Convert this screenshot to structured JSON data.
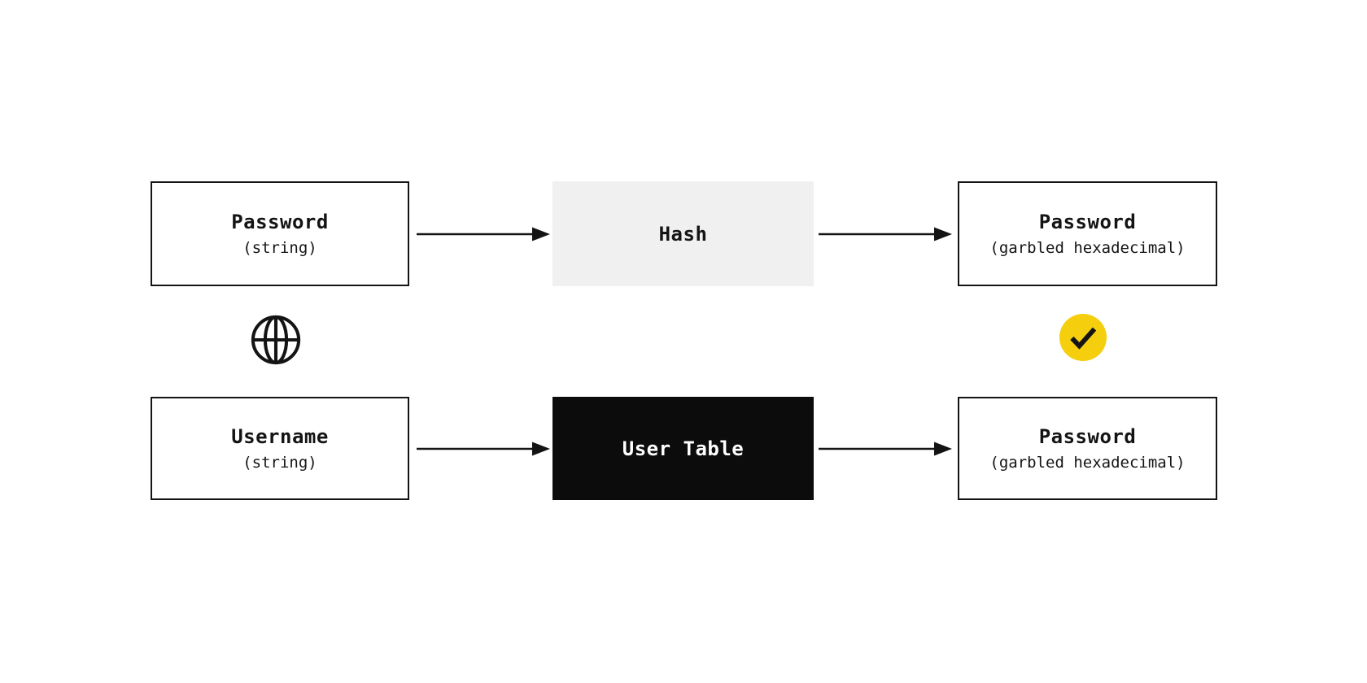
{
  "boxes": {
    "password_input": {
      "title": "Password",
      "subtitle": "(string)"
    },
    "hash_process": {
      "title": "Hash"
    },
    "hashed_password": {
      "title": "Password",
      "subtitle": "(garbled hexadecimal)"
    },
    "username_input": {
      "title": "Username",
      "subtitle": "(string)"
    },
    "user_table": {
      "title": "User Table"
    },
    "stored_password": {
      "title": "Password",
      "subtitle": "(garbled hexadecimal)"
    }
  },
  "icons": {
    "globe": "globe-icon",
    "check": "check-circle-icon"
  },
  "colors": {
    "background": "#ffffff",
    "box_border": "#141414",
    "box_text": "#141414",
    "hash_box_bg": "#f0f0f0",
    "user_table_bg": "#0c0c0c",
    "user_table_text": "#ffffff",
    "arrow": "#141414",
    "globe_stroke": "#141414",
    "check_circle_bg": "#f5ce0d",
    "check_mark": "#141414"
  }
}
